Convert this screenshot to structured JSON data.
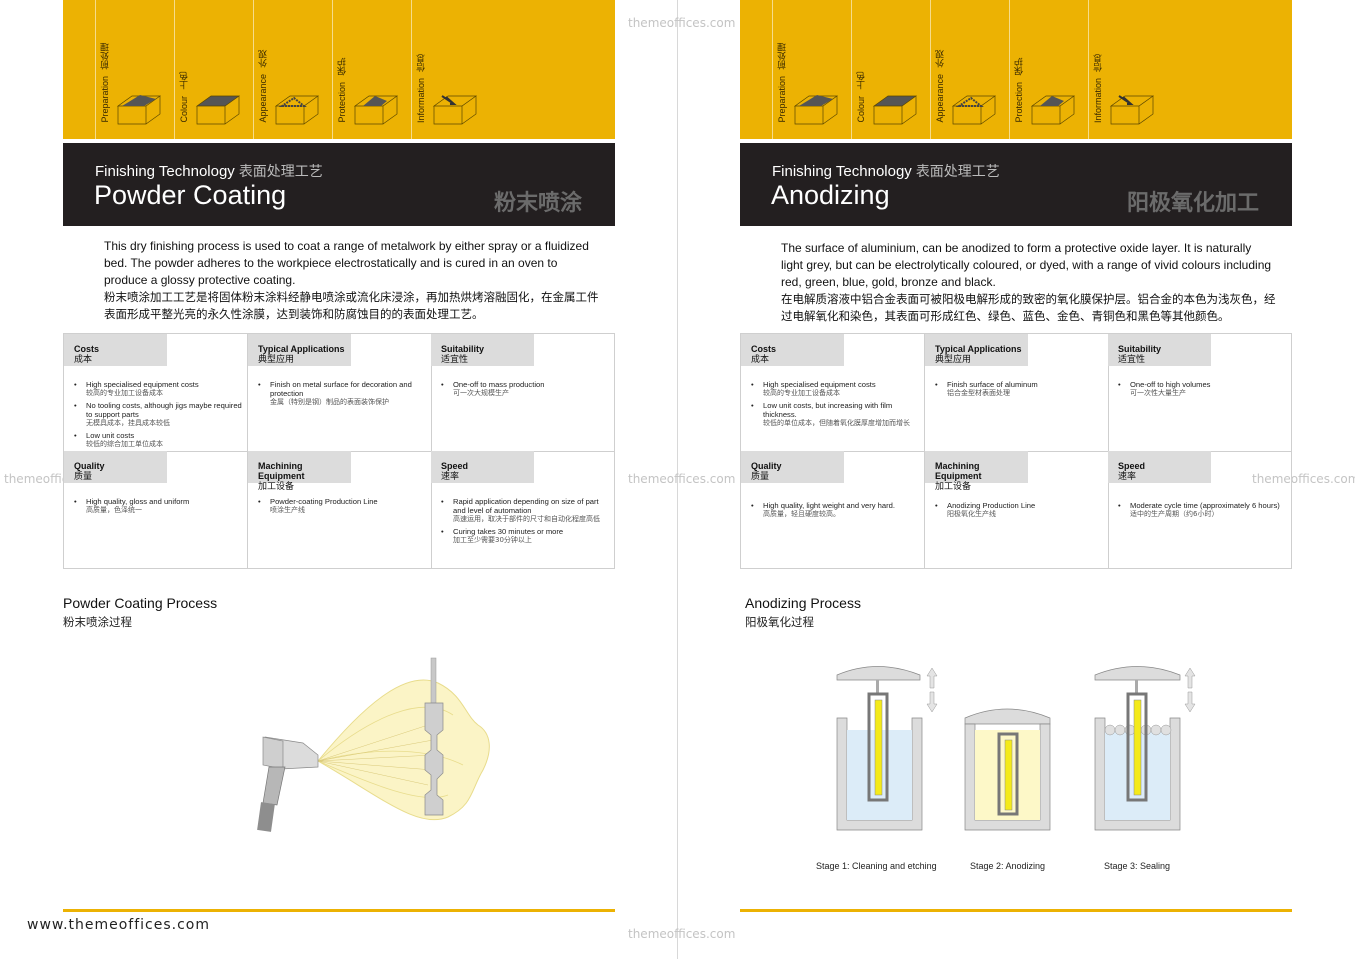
{
  "watermark": "themeoffices.com",
  "footer_site": "www.themeoffices.com",
  "colors": {
    "accent": "#ecb203",
    "dark_band": "#231f20",
    "header_cell": "#dcdcdc"
  },
  "tabs": [
    {
      "en": "Preparation",
      "cn": "前处理"
    },
    {
      "en": "Colour",
      "cn": "上色"
    },
    {
      "en": "Appearance",
      "cn": "外观"
    },
    {
      "en": "Protection",
      "cn": "保护"
    },
    {
      "en": "Information",
      "cn": "信息"
    }
  ],
  "left": {
    "subtitle": "Finishing Technology",
    "subtitle_cn": "表面处理工艺",
    "title": "Powder Coating",
    "title_cn": "粉末喷涂",
    "description": "This dry finishing process is used to coat a range of metalwork by either spray or a fluidized bed. The powder adheres to the workpiece electrostatically and is cured in an oven to produce a glossy protective coating.",
    "description_cn": "粉末喷涂加工工艺是将固体粉末涂料经静电喷涂或流化床浸涂，再加热烘烤溶融固化，在金属工件表面形成平整光亮的永久性涂膜，达到装饰和防腐蚀目的的表面处理工艺。",
    "cells": [
      {
        "title": "Costs",
        "title_cn": "成本",
        "items": [
          {
            "en": "High specialised equipment costs",
            "cn": "较高的专业加工设备成本"
          },
          {
            "en": "No tooling costs, although jigs maybe required to support parts",
            "cn": "无模具成本，挂具成本较低"
          },
          {
            "en": "Low unit costs",
            "cn": "较低的综合加工单位成本"
          }
        ]
      },
      {
        "title": "Typical Applications",
        "title_cn": "典型应用",
        "items": [
          {
            "en": "Finish on metal surface for decoration and protection",
            "cn": "金属（特别是钢）制品的表面装饰保护"
          }
        ]
      },
      {
        "title": "Suitability",
        "title_cn": "适宜性",
        "items": [
          {
            "en": "One-off to mass production",
            "cn": "可一次大规模生产"
          }
        ]
      },
      {
        "title": "Quality",
        "title_cn": "质量",
        "items": [
          {
            "en": "High quality, gloss and uniform",
            "cn": "高质量，色泽统一"
          }
        ]
      },
      {
        "title": "Machining Equipment",
        "title_cn": "加工设备",
        "items": [
          {
            "en": "Powder-coating Production Line",
            "cn": "喷涂生产线"
          }
        ]
      },
      {
        "title": "Speed",
        "title_cn": "速率",
        "items": [
          {
            "en": "Rapid application depending on size of part and level of automation",
            "cn": "高速运用，取决于部件的尺寸和自动化程度高低"
          },
          {
            "en": "Curing takes 30 minutes or more",
            "cn": "加工至少需要30分钟以上"
          }
        ]
      }
    ],
    "process_title": "Powder Coating Process",
    "process_title_cn": "粉末喷涂过程"
  },
  "right": {
    "subtitle": "Finishing Technology",
    "subtitle_cn": "表面处理工艺",
    "title": "Anodizing",
    "title_cn": "阳极氧化加工",
    "description": "The surface of aluminium, can be anodized to form a protective oxide layer. It is naturally light grey, but can be electrolytically coloured, or dyed, with a range of vivid colours including red, green, blue, gold, bronze and black.",
    "description_cn": "在电解质溶液中铝合金表面可被阳极电解形成的致密的氧化膜保护层。铝合金的本色为浅灰色，经过电解氧化和染色，其表面可形成红色、绿色、蓝色、金色、青铜色和黑色等其他颜色。",
    "cells": [
      {
        "title": "Costs",
        "title_cn": "成本",
        "items": [
          {
            "en": "High specialised equipment costs",
            "cn": "较高的专业加工设备成本"
          },
          {
            "en": "Low unit costs, but increasing with film thickness.",
            "cn": "较低的单位成本，但随着氧化膜厚度增加而增长"
          }
        ]
      },
      {
        "title": "Typical Applications",
        "title_cn": "典型应用",
        "items": [
          {
            "en": "Finish surface of aluminum",
            "cn": "铝合金型材表面处理"
          }
        ]
      },
      {
        "title": "Suitability",
        "title_cn": "适宜性",
        "items": [
          {
            "en": "One-off to high volumes",
            "cn": "可一次性大量生产"
          }
        ]
      },
      {
        "title": "Quality",
        "title_cn": "质量",
        "items": [
          {
            "en": "High quality, light weight and very hard.",
            "cn": "高质量，轻且硬度较高。"
          }
        ]
      },
      {
        "title": "Machining Equipment",
        "title_cn": "加工设备",
        "items": [
          {
            "en": "Anodizing Production Line",
            "cn": "阳极氧化生产线"
          }
        ]
      },
      {
        "title": "Speed",
        "title_cn": "速率",
        "items": [
          {
            "en": "Moderate cycle time (approximately 6 hours)",
            "cn": "适中的生产周期（约6小时）"
          }
        ]
      }
    ],
    "process_title": "Anodizing Process",
    "process_title_cn": "阳极氧化过程",
    "stages": [
      "Stage 1: Cleaning and etching",
      "Stage 2: Anodizing",
      "Stage 3: Sealing"
    ]
  }
}
